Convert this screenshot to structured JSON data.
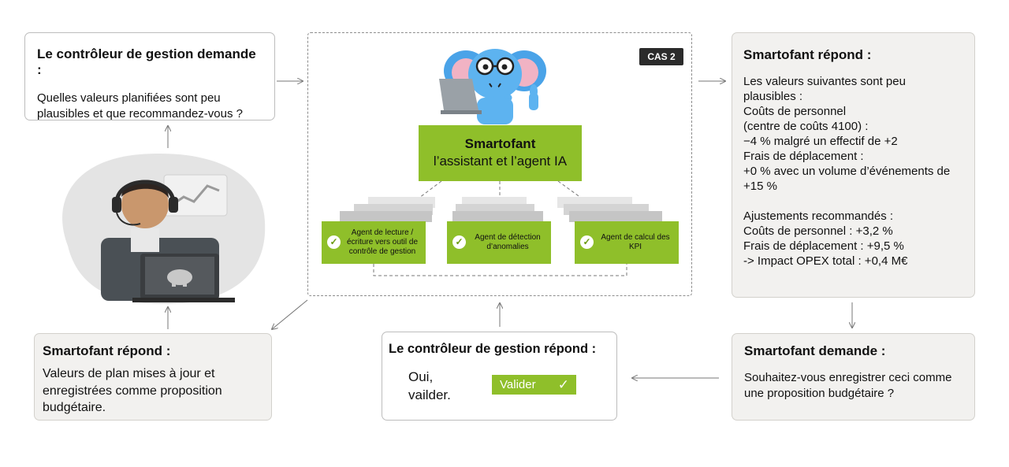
{
  "question_box": {
    "title": "Le contrôleur de gestion demande :",
    "text": "Quelles valeurs planifiées sont peu plausibles et que recommandez-vous ?"
  },
  "answer_box": {
    "title": "Smartofant répond :",
    "lines": [
      "Les valeurs suivantes sont peu",
      "plausibles :",
      "Coûts de personnel",
      "(centre de coûts 4100) :",
      "−4 % malgré un effectif de +2",
      "Frais de déplacement :",
      "+0 % avec un volume d’événements de",
      "+15 %",
      "",
      "Ajustements recommandés :",
      "Coûts de personnel : +3,2 %",
      "Frais de déplacement : +9,5 %",
      "-> Impact OPEX total : +0,4 M€"
    ]
  },
  "ask_box": {
    "title": "Smartofant demande :",
    "text": "Souhaitez-vous enregistrer ceci comme une proposition budgétaire ?"
  },
  "reply_box": {
    "title": "Le contrôleur de gestion répond :",
    "text_line1": "Oui,",
    "text_line2": "vailder.",
    "button_label": "Valider"
  },
  "confirm_box": {
    "title": "Smartofant répond :",
    "text": "Valeurs de plan mises à jour et enregistrées comme proposition budgétaire."
  },
  "center": {
    "badge": "CAS 2",
    "agent_name": "Smartofant",
    "agent_sub": "l’assistant et l’agent IA",
    "sub_agents": [
      "Agent de lecture / écriture vers outil de contrôle de gestion",
      "Agent de détection d’anomalies",
      "Agent de calcul des KPI"
    ]
  },
  "colors": {
    "accent_green": "#8fbf2a",
    "badge_dark": "#2b2b2b",
    "box_grey": "#f2f1ef"
  },
  "icons": [
    "elephant-mascot-icon",
    "controller-person-illustration",
    "check-icon"
  ]
}
